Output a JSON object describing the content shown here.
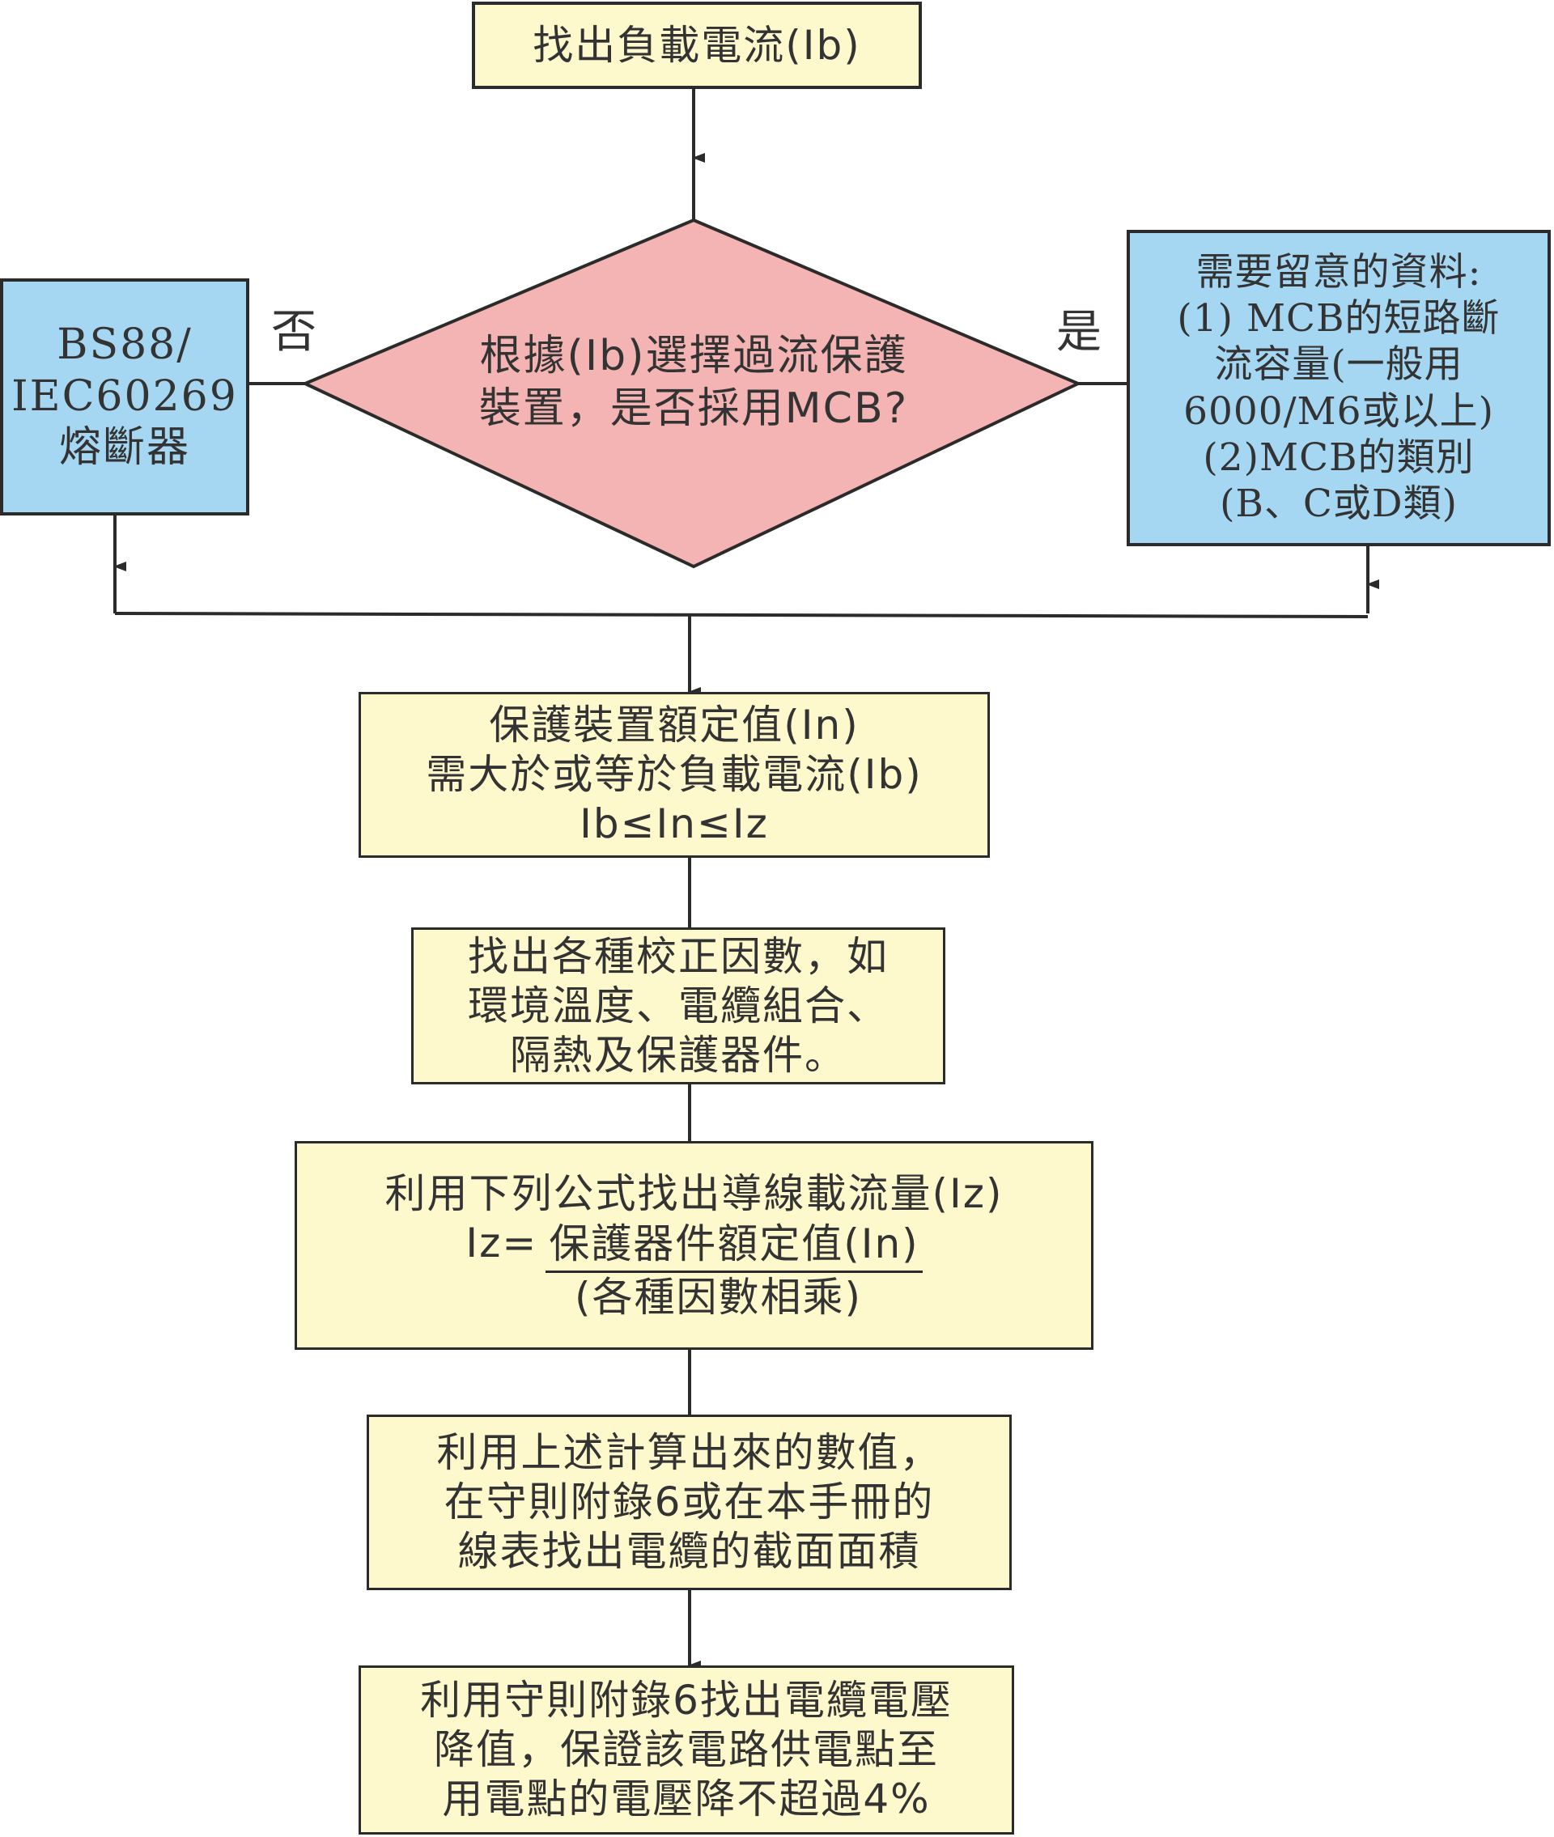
{
  "start": {
    "text": "找出負載電流(Ib)"
  },
  "decision": {
    "line1": "根據(Ib)選擇過流保護",
    "line2": "裝置，是否採用MCB?"
  },
  "branch_no": {
    "label": "否",
    "lines": [
      "BS88/",
      "IEC60269",
      "熔斷器"
    ]
  },
  "branch_yes": {
    "label": "是",
    "lines": [
      "需要留意的資料:",
      "(1) MCB的短路斷",
      "流容量(一般用",
      "6000/M6或以上)",
      "(2)MCB的類別",
      "(B、C或D類)"
    ]
  },
  "step_rating": {
    "lines": [
      "保護裝置額定值(In)",
      "需大於或等於負載電流(Ib)",
      "Ib≤In≤Iz"
    ]
  },
  "step_factors": {
    "lines": [
      "找出各種校正因數，如",
      "環境溫度、電纜組合、",
      "隔熱及保護器件。"
    ]
  },
  "step_formula": {
    "line1": "利用下列公式找出導線載流量(Iz)",
    "lhs": "Iz=",
    "numerator": "保護器件額定值(In)",
    "denominator": "(各種因數相乘)"
  },
  "step_table": {
    "lines": [
      "利用上述計算出來的數值，",
      "在守則附錄6或在本手冊的",
      "線表找出電纜的截面面積"
    ]
  },
  "step_voltage": {
    "lines": [
      "利用守則附錄6找出電纜電壓",
      "降值，保證該電路供電點至",
      "用電點的電壓降不超過4%"
    ]
  }
}
